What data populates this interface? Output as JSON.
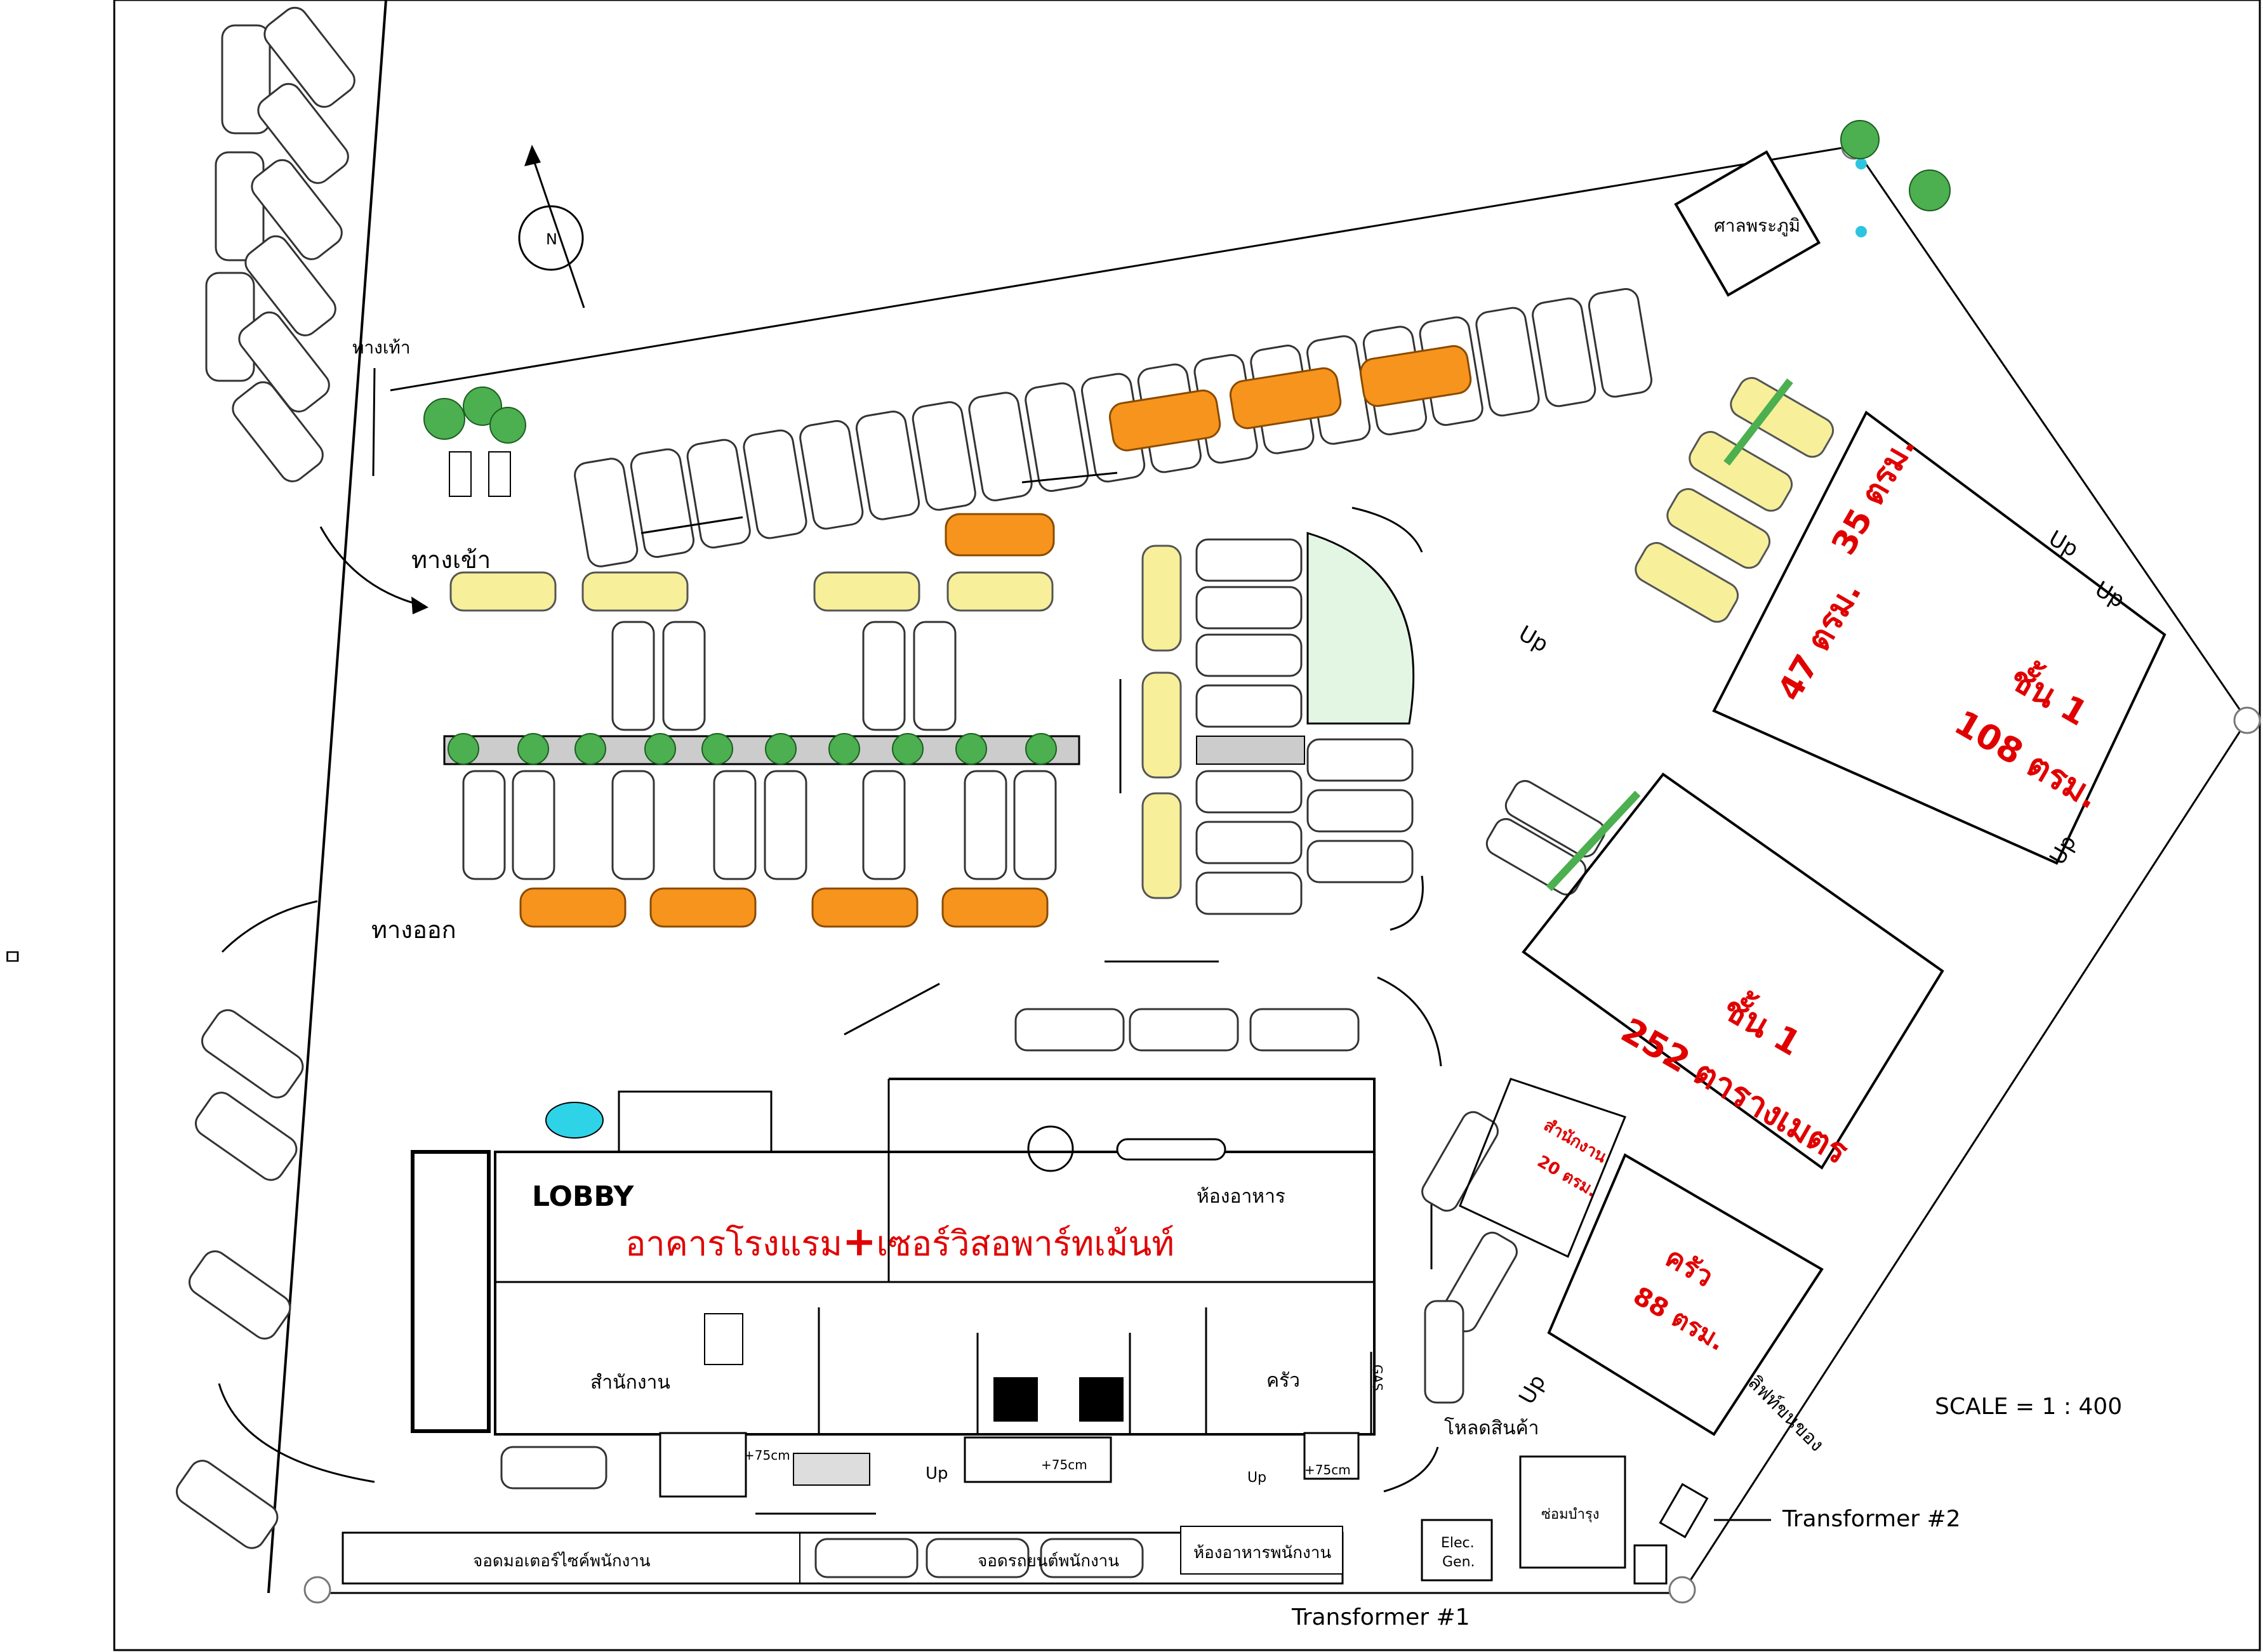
{
  "labels": {
    "compass": "N",
    "walkway": "ทางเท้า",
    "entrance": "ทางเข้า",
    "exit": "ทางออก",
    "shrine": "ศาลพระภูมิ",
    "lobby": "LOBBY",
    "restaurant": "ห้องอาหาร",
    "hotel_title_a": "อาคารโรงแรม",
    "hotel_title_plus": "+",
    "hotel_title_b": "เซอร์วิสอพาร์ทเม้นท์",
    "office": "สำนักงาน",
    "kitchen": "ครัว",
    "gas": "GAS",
    "loading": "โหลดสินค้า",
    "motorcycle_parking": "จอดมอเตอร์ไซค์พนักงาน",
    "staff_car_parking": "จอดรถยนต์พนักงาน",
    "staff_dining": "ห้องอาหารพนักงาน",
    "elec_gen_1": "Elec.",
    "elec_gen_2": "Gen.",
    "maintenance": "ซ่อมบำรุง",
    "transformer_1": "Transformer #1",
    "transformer_2": "Transformer #2",
    "scale": "SCALE = 1 : 400",
    "freight_lift": "ลิฟท์ขนของ",
    "ramp_1": "+75cm",
    "ramp_2": "+75cm",
    "ramp_3": "+75cm",
    "up": "Up",
    "edge_mark": "ㅁ"
  },
  "areas": {
    "a35": "35 ตรม.",
    "a47": "47 ตรม.",
    "floor1_label": "ชั้น 1",
    "floor1_small": "108 ตรม.",
    "floor1_big_label": "ชั้น 1",
    "floor1_big": "252 ตารางเมตร",
    "office_small_1": "สำนักงาน",
    "office_small_2": "20 ตรม.",
    "kitchen_label": "ครัว",
    "kitchen_area": "88 ตรม."
  },
  "colors": {
    "red_text": "#e00000",
    "yellow_car": "#f7ef9a",
    "orange_car": "#f7941d",
    "greenery": "#4caf50"
  }
}
